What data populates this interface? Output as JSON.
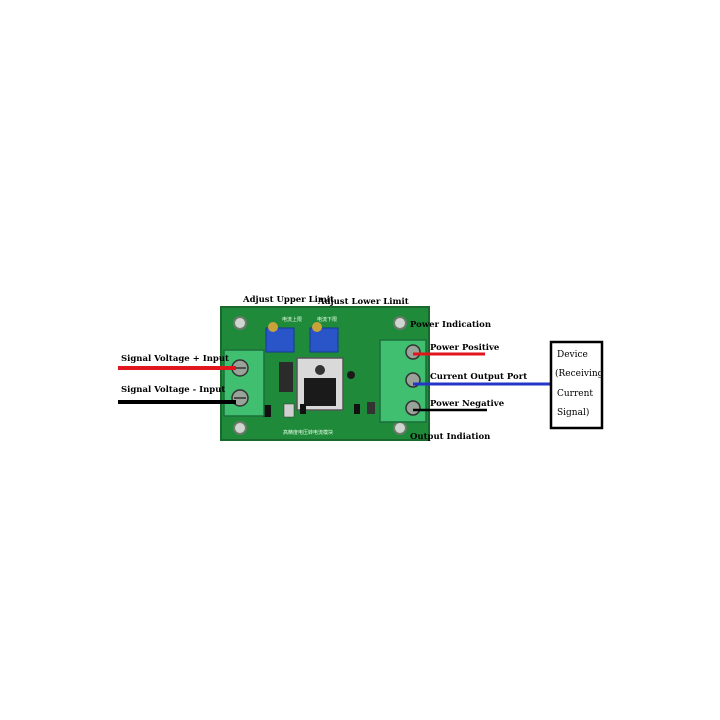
{
  "labels": {
    "adjust_upper": "Adjust Upper Limit",
    "adjust_lower": "Adjust Lower Limit",
    "power_indication": "Power Indication",
    "power_positive": "Power Positive",
    "current_output_port": "Current Output Port",
    "power_negative": "Power Negative",
    "output_indication": "Output Indiation",
    "signal_plus": "Signal Voltage + Input",
    "signal_minus": "Signal Voltage - Input"
  },
  "device": {
    "lines": [
      "Device",
      "(Receiving",
      "Current",
      "Signal)"
    ]
  },
  "board": {
    "silkscreen_title": "高精度电压转电流模块",
    "pot_upper_text": "电流上限",
    "pot_lower_text": "电流下限"
  },
  "colors": {
    "pcb": "#1f8a3a",
    "terminal": "#3fbf6f",
    "wire_red": "#e0161c",
    "wire_black": "#000000",
    "wire_blue": "#2436c9",
    "pot": "#2a55c8"
  }
}
